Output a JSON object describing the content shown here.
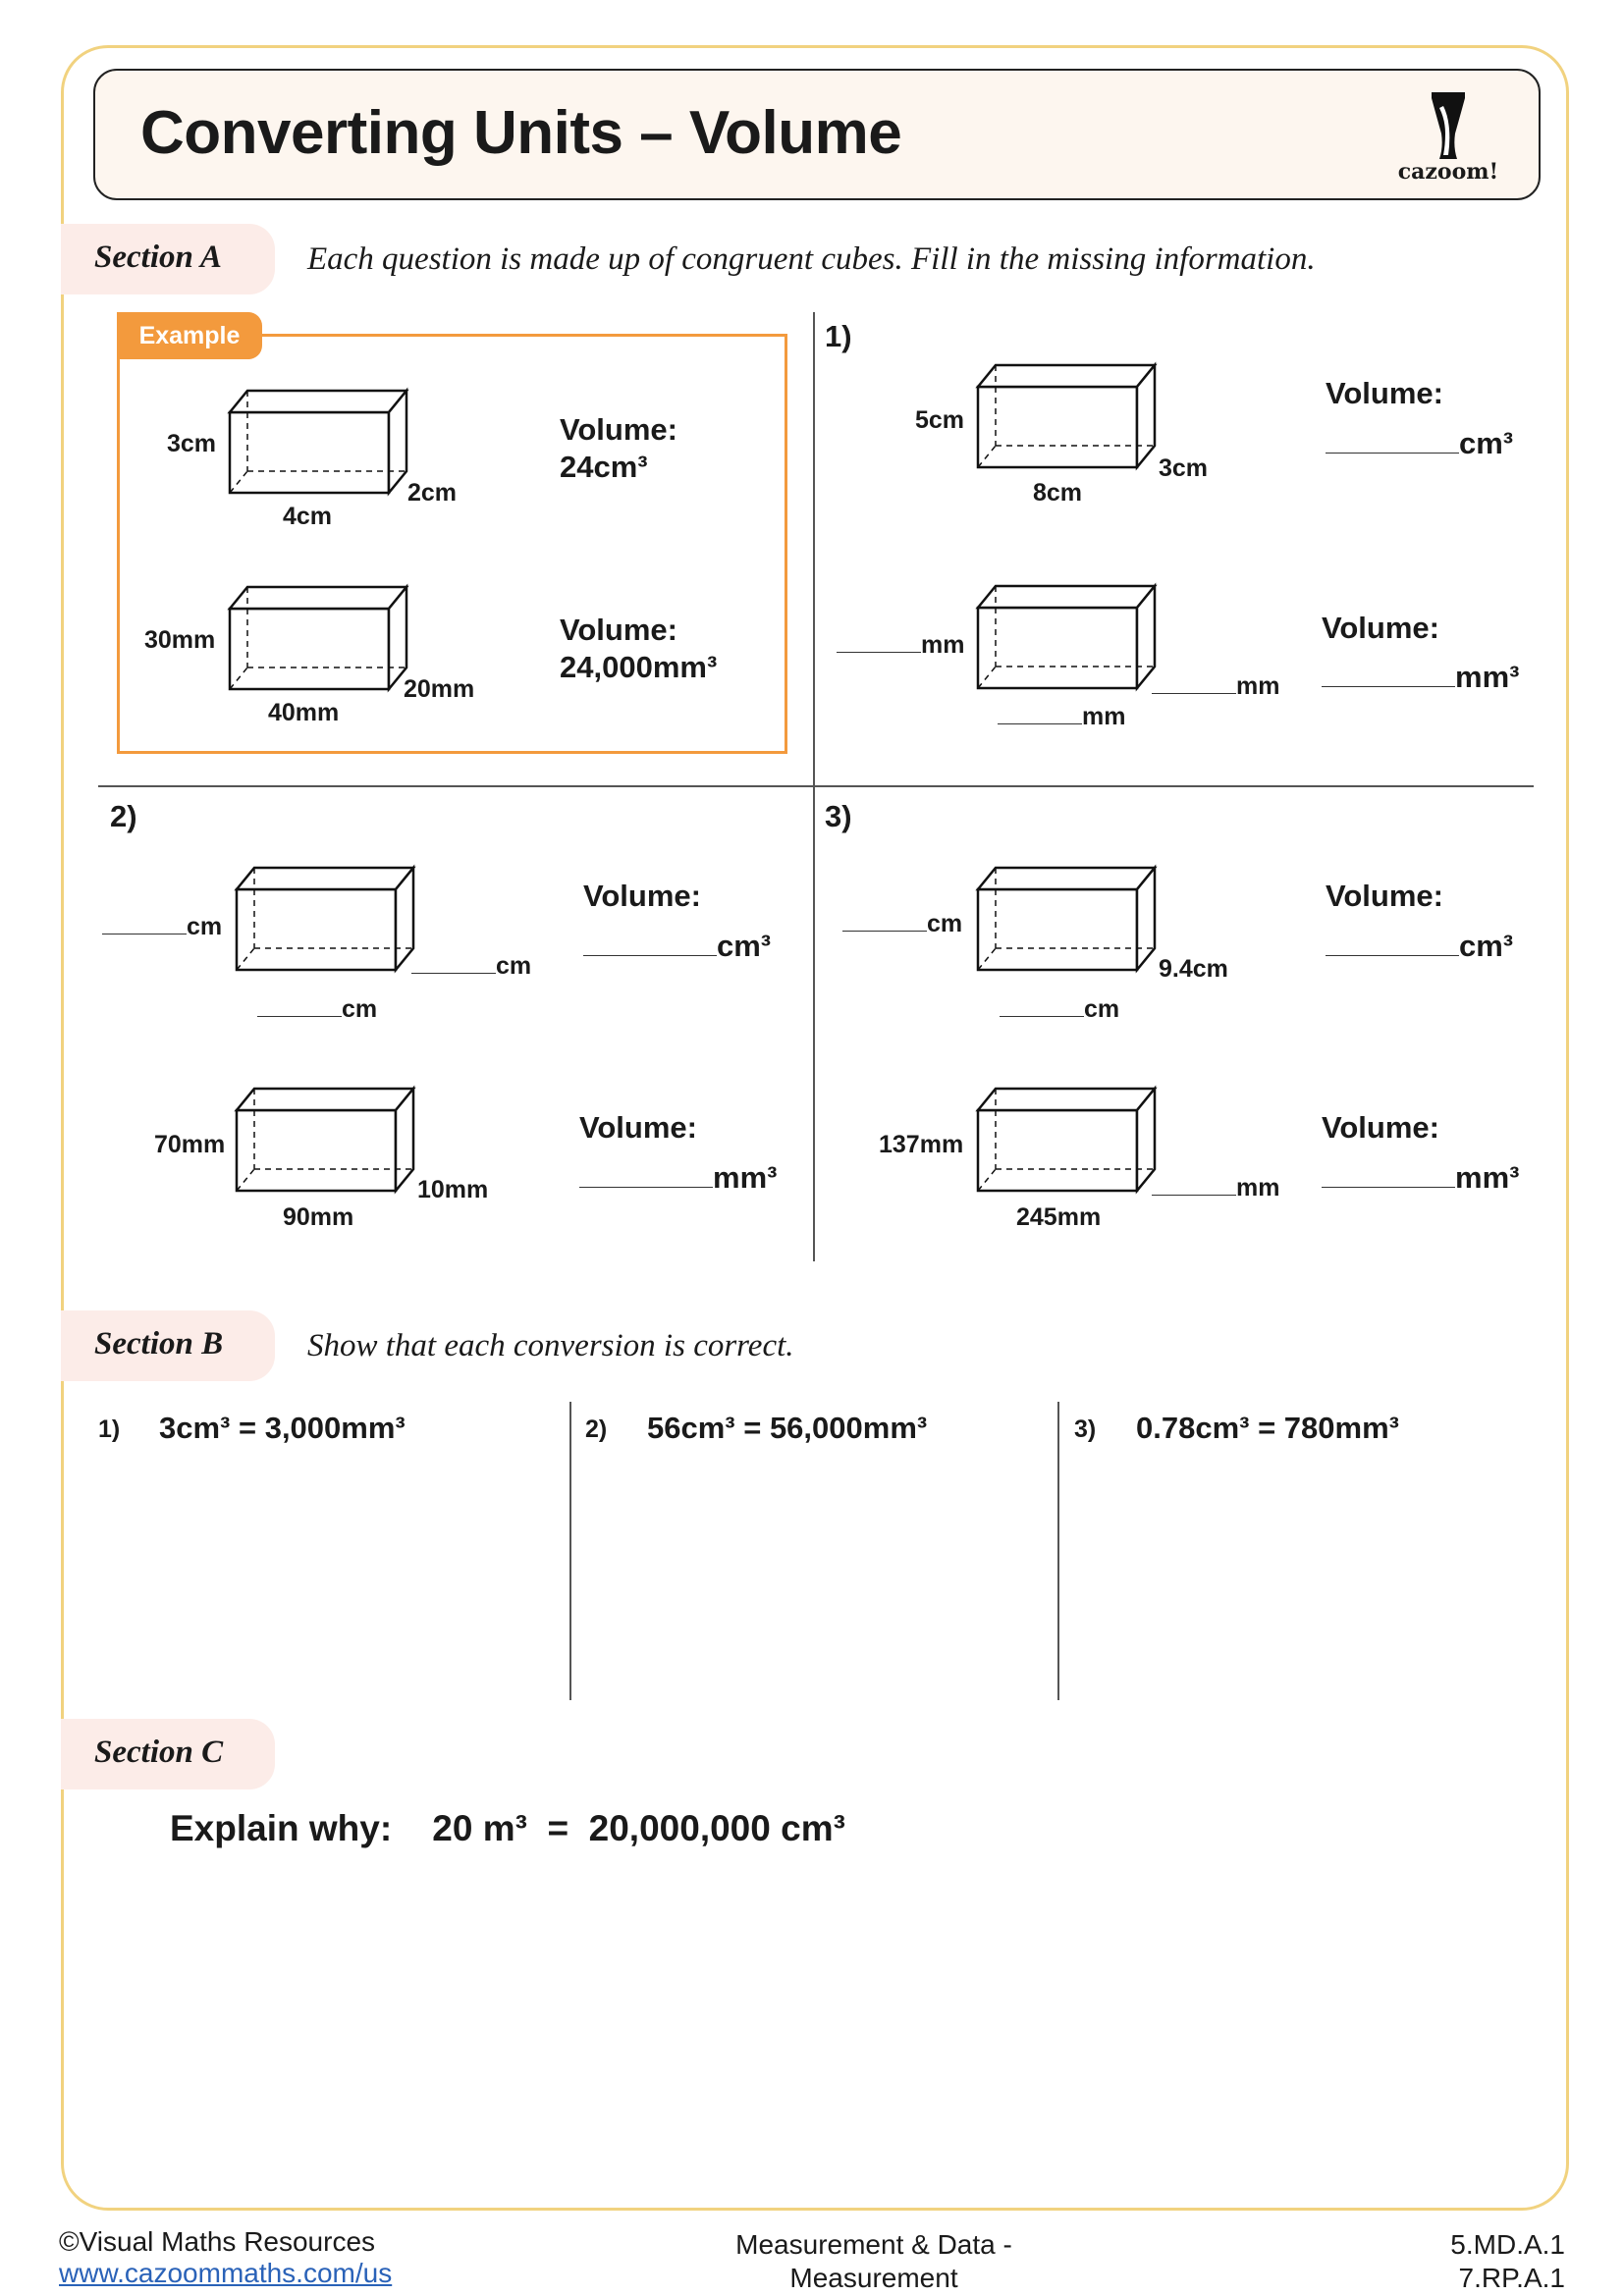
{
  "title": "Converting Units – Volume",
  "logo_text": "cazoom!",
  "section_a": {
    "label": "Section A",
    "instruction": "Each question is made up of congruent cubes. Fill in the missing information.",
    "example_tag": "Example",
    "example": {
      "cm": {
        "height": "3cm",
        "width": "4cm",
        "depth": "2cm",
        "vol_label": "Volume:",
        "vol_value": "24cm³"
      },
      "mm": {
        "height": "30mm",
        "width": "40mm",
        "depth": "20mm",
        "vol_label": "Volume:",
        "vol_value": "24,000mm³"
      }
    },
    "q1": {
      "num": "1)",
      "cm": {
        "height": "5cm",
        "width": "8cm",
        "depth": "3cm",
        "vol_label": "Volume:",
        "vol_unit": "cm³"
      },
      "mm": {
        "height_unit": "mm",
        "width_unit": "mm",
        "depth_unit": "mm",
        "vol_label": "Volume:",
        "vol_unit": "mm³"
      }
    },
    "q2": {
      "num": "2)",
      "cm": {
        "height_unit": "cm",
        "width_unit": "cm",
        "depth_unit": "cm",
        "vol_label": "Volume:",
        "vol_unit": "cm³"
      },
      "mm": {
        "height": "70mm",
        "width": "90mm",
        "depth": "10mm",
        "vol_label": "Volume:",
        "vol_unit": "mm³"
      }
    },
    "q3": {
      "num": "3)",
      "cm": {
        "height_unit": "cm",
        "width_unit": "cm",
        "depth": "9.4cm",
        "vol_label": "Volume:",
        "vol_unit": "cm³"
      },
      "mm": {
        "height": "137mm",
        "width": "245mm",
        "depth_unit": "mm",
        "vol_label": "Volume:",
        "vol_unit": "mm³"
      }
    }
  },
  "section_b": {
    "label": "Section B",
    "instruction": "Show that each conversion is correct.",
    "questions": [
      {
        "num": "1)",
        "text": "3cm³  =  3,000mm³"
      },
      {
        "num": "2)",
        "text": "56cm³  =  56,000mm³"
      },
      {
        "num": "3)",
        "text": "0.78cm³  =  780mm³"
      }
    ]
  },
  "section_c": {
    "label": "Section C",
    "text": "Explain why:    20 m³  =  20,000,000 cm³"
  },
  "footer": {
    "copyright": "©Visual Maths Resources",
    "url": "www.cazoommaths.com/us",
    "topic_line1": "Measurement & Data -",
    "topic_line2": "Measurement",
    "standard1": "5.MD.A.1",
    "standard2": "7.RP.A.1"
  }
}
